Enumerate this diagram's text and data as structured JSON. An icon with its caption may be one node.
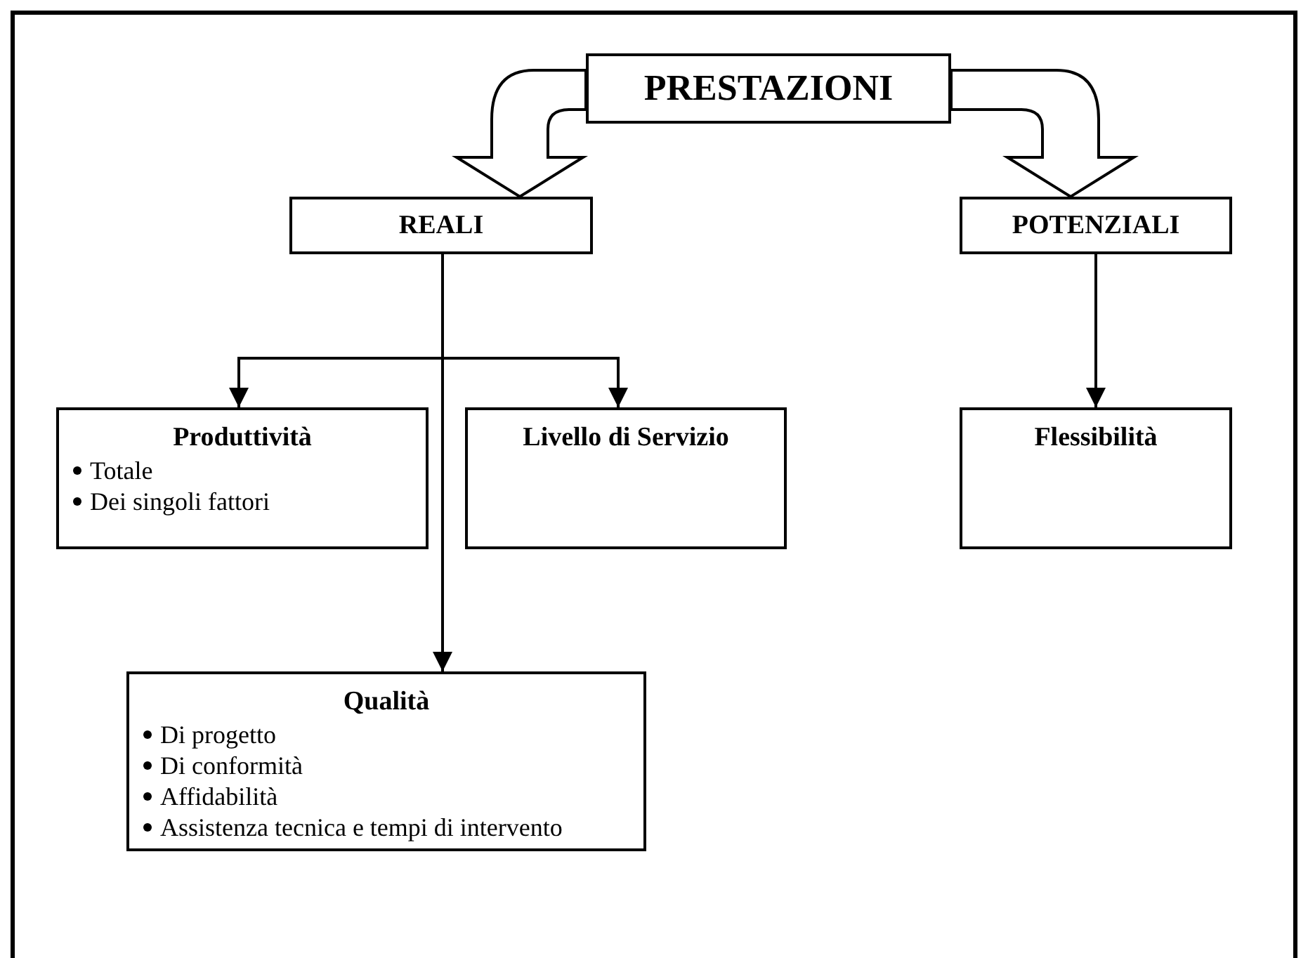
{
  "diagram": {
    "nodes": [
      {
        "text": [
          "PRESTAZIONI"
        ]
      },
      {
        "text": [
          "REALI"
        ]
      },
      {
        "text": [
          "POTENZIALI"
        ]
      },
      {
        "text": [
          "Produttività",
          "Totale",
          "Dei singoli fattori"
        ]
      },
      {
        "text": [
          "Livello di Servizio"
        ]
      },
      {
        "text": [
          "Flessibilità"
        ]
      },
      {
        "text": [
          "Qualità",
          "Di progetto",
          "Di conformità",
          "Affidabilità",
          "Assistenza tecnica e tempi di intervento"
        ]
      }
    ],
    "edges": [
      {
        "from": 0,
        "to": 1,
        "arrow": "to",
        "style": "thick"
      },
      {
        "from": 0,
        "to": 2,
        "arrow": "to",
        "style": "thick"
      },
      {
        "from": 1,
        "to": 3,
        "arrow": "to"
      },
      {
        "from": 1,
        "to": 4,
        "arrow": "to"
      },
      {
        "from": 1,
        "to": 6,
        "arrow": "to"
      },
      {
        "from": 2,
        "to": 5,
        "arrow": "to"
      }
    ]
  }
}
